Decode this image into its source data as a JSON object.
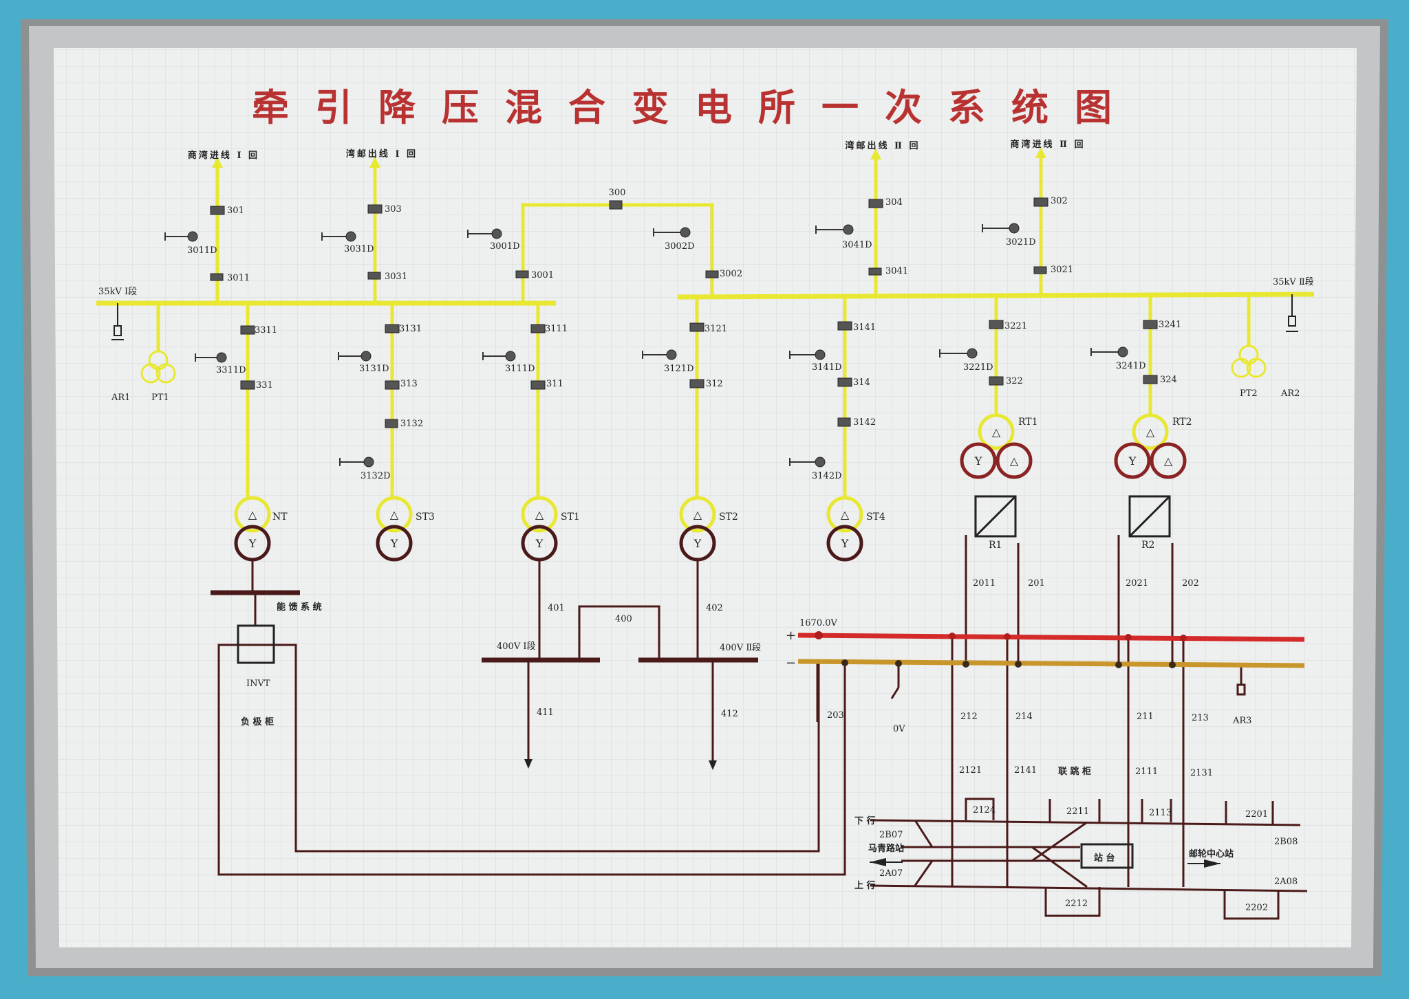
{
  "title": "牵引降压混合变电所一次系统图",
  "bus35": {
    "seg1": "35kV Ⅰ段",
    "seg2": "35kV Ⅱ段"
  },
  "feeders": [
    {
      "label": "商湾进线 Ⅰ 回",
      "breaker": "301",
      "grounding": "3011D",
      "isolator": "3011"
    },
    {
      "label": "湾邮出线 Ⅰ 回",
      "breaker": "303",
      "grounding": "3031D",
      "isolator": "3031"
    },
    {
      "label": "湾邮出线 Ⅱ 回",
      "breaker": "304",
      "grounding": "3041D",
      "isolator": "3041"
    },
    {
      "label": "商湾进线 Ⅱ 回",
      "breaker": "302",
      "grounding": "3021D",
      "isolator": "3021"
    }
  ],
  "tie35": {
    "breaker": "300",
    "g1": "3001D",
    "g2": "3002D",
    "i1": "3001",
    "i2": "3002"
  },
  "arrester1": "AR1",
  "pt1": "PT1",
  "pt2": "PT2",
  "arrester2": "AR2",
  "bays": [
    {
      "iso": "3311",
      "gnd": "3311D",
      "brk": "331",
      "tr": "NT"
    },
    {
      "iso": "3131",
      "gnd": "3131D",
      "brk": "313",
      "iso2": "3132",
      "gnd2": "3132D",
      "tr": "ST3"
    },
    {
      "iso": "3111",
      "gnd": "3111D",
      "brk": "311",
      "tr": "ST1"
    },
    {
      "iso": "3121",
      "gnd": "3121D",
      "brk": "312",
      "tr": "ST2"
    },
    {
      "iso": "3141",
      "gnd": "3141D",
      "brk": "314",
      "iso2": "3142",
      "gnd2": "3142D",
      "tr": "ST4"
    },
    {
      "iso": "3221",
      "gnd": "3221D",
      "brk": "322",
      "tr": "RT1",
      "rect": "R1"
    },
    {
      "iso": "3241",
      "gnd": "3241D",
      "brk": "324",
      "tr": "RT2",
      "rect": "R2"
    }
  ],
  "feedback_system": "能 馈 系 统",
  "invt": "INVT",
  "neg_cabinet": "负 极 柜",
  "lv": {
    "seg1": "400V Ⅰ段",
    "seg2": "400V Ⅱ段",
    "b401": "401",
    "b402": "402",
    "b400": "400",
    "b411": "411",
    "b412": "412"
  },
  "dc": {
    "voltage": "1670.0V",
    "plus": "+",
    "minus": "−",
    "zero": "0V",
    "b2011": "2011",
    "b201": "201",
    "b2021": "2021",
    "b202": "202",
    "b203": "203",
    "b212": "212",
    "b214": "214",
    "b211": "211",
    "b213": "213",
    "b2121": "2121",
    "b2141": "2141",
    "b2111": "2111",
    "b2131": "2131",
    "b2124": "2124",
    "b2211": "2211",
    "b2113": "2113",
    "b2201": "2201",
    "b2212": "2212",
    "b2202": "2202",
    "ar3": "AR3",
    "tie_cabinet": "联 跳 柜",
    "down": "下 行",
    "up": "上 行",
    "west": "马青路站",
    "east": "邮轮中心站",
    "platform": "站 台",
    "s2B07": "2B07",
    "s2A07": "2A07",
    "s2B08": "2B08",
    "s2A08": "2A08"
  },
  "colors": {
    "hv": "#e8e832",
    "dc_pos": "#d42a2a",
    "dc_neg": "#c8962a",
    "dark": "#7a1e1e",
    "title": "#b83232",
    "frame": "#9a9c9e",
    "bg": "#4aaecb"
  }
}
